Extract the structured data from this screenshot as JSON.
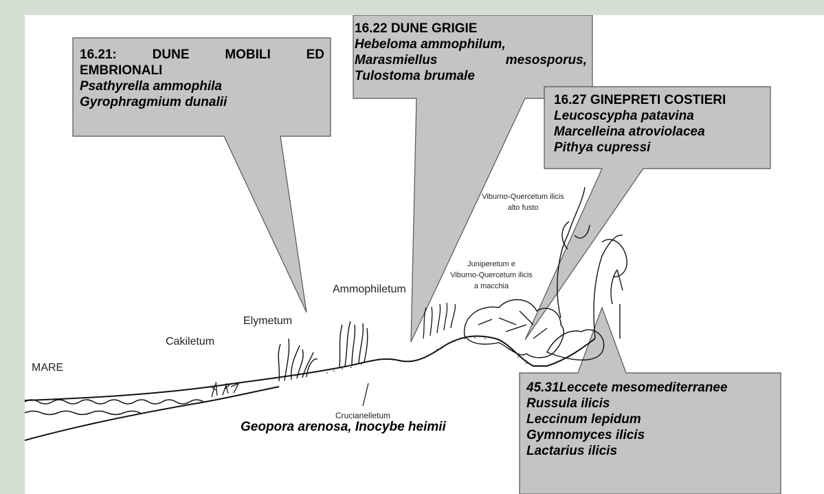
{
  "callouts": {
    "dune_mobili": {
      "title_l1": [
        "16.21:",
        "DUNE",
        "MOBILI",
        "ED"
      ],
      "title_l2": "EMBRIONALI",
      "species": [
        "Psathyrella ammophila",
        "Gyrophragmium dunalii"
      ]
    },
    "dune_grigie": {
      "title": "16.22 DUNE GRIGIE",
      "species_l1": "Hebeloma ammophilum,",
      "species_l2": [
        "Marasmiellus",
        "mesosporus,"
      ],
      "species_l3": "Tulostoma brumale"
    },
    "ginepreti": {
      "title": "16.27 GINEPRETI COSTIERI",
      "species": [
        "Leucoscypha patavina",
        "Marcelleina atroviolacea",
        "Pithya cupressi"
      ]
    },
    "leccete": {
      "title": "45.31Leccete mesomediterranee",
      "species": [
        "Russula ilicis",
        "Leccinum lepidum",
        "Gymnomyces ilicis",
        "Lactarius ilicis"
      ]
    }
  },
  "labels": {
    "mare": "MARE",
    "cakiletum": "Cakiletum",
    "elymetum": "Elymetum",
    "ammophiletum": "Ammophiletum",
    "crucianelletum": "Crucianelletum",
    "viburno_alto_l1": "Viburno-Quercetum ilicis",
    "viburno_alto_l2": "alto fusto",
    "juniperetum_l1": "Juniperetum e",
    "juniperetum_l2": "Viburno-Quercetum ilicis",
    "juniperetum_l3": "a macchia"
  },
  "crucianelletum_species": "Geopora arenosa, Inocybe heimii",
  "colors": {
    "background": "#d5dfd3",
    "callout_fill": "#c4c4c4",
    "callout_stroke": "#555555",
    "ink": "#111111"
  }
}
